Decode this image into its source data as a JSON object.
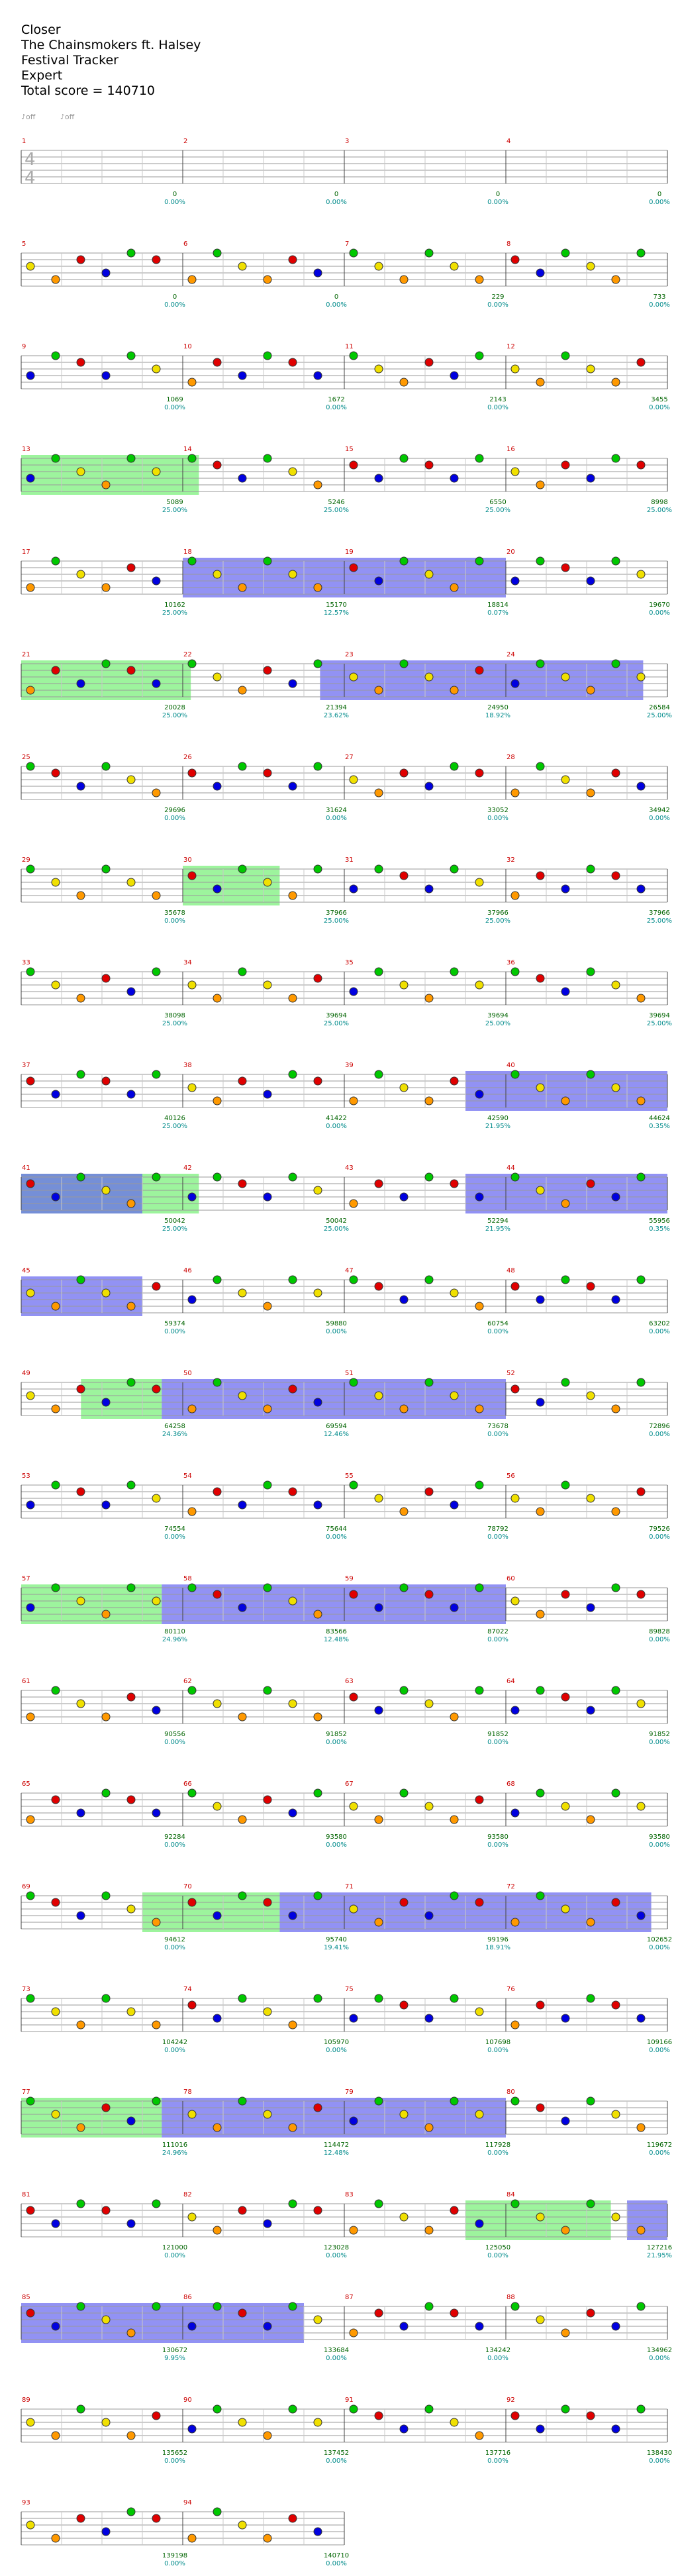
{
  "song": {
    "title": "Closer",
    "artist_line": "The Chainsmokers ft. Halsey",
    "chart_name": "Festival Tracker",
    "difficulty": "Expert",
    "total_score_label": "Total score = 140710"
  },
  "legend": {
    "left": "♪off",
    "right": "♪off"
  },
  "time_signature": {
    "top": "4",
    "bottom": "4"
  },
  "colors": {
    "green": "#00c800",
    "red": "#e00000",
    "yellow": "#f0e000",
    "blue": "#0000e0",
    "orange": "#ff9900",
    "star_power": "#7cf07c",
    "activation": "#6464f0",
    "measure_number": "#cc0000",
    "score_text": "#006400",
    "percent_text": "#008b8b"
  },
  "rows": [
    {
      "measures": [
        1,
        2,
        3,
        4
      ],
      "scores": [
        "0",
        "0",
        "0",
        "0"
      ],
      "percents": [
        "0.00%",
        "0.00%",
        "0.00%",
        "0.00%"
      ],
      "sp": [],
      "act": []
    },
    {
      "measures": [
        5,
        6,
        7,
        8
      ],
      "scores": [
        "0",
        "0",
        "229",
        "733"
      ],
      "percents": [
        "0.00%",
        "0.00%",
        "0.00%",
        "0.00%"
      ],
      "sp": [],
      "act": []
    },
    {
      "measures": [
        9,
        10,
        11,
        12
      ],
      "scores": [
        "1069",
        "1672",
        "2143",
        "3455"
      ],
      "percents": [
        "0.00%",
        "0.00%",
        "0.00%",
        "0.00%"
      ],
      "sp": [],
      "act": []
    },
    {
      "measures": [
        13,
        14,
        15,
        16
      ],
      "scores": [
        "5089",
        "5246",
        "6550",
        "8998"
      ],
      "percents": [
        "25.00%",
        "25.00%",
        "25.00%",
        "25.00%"
      ],
      "sp": [
        [
          0,
          1.1
        ]
      ],
      "act": []
    },
    {
      "measures": [
        17,
        18,
        19,
        20
      ],
      "scores": [
        "10162",
        "15170",
        "18814",
        "19670"
      ],
      "percents": [
        "25.00%",
        "12.57%",
        "0.07%",
        "0.00%"
      ],
      "sp": [],
      "act": [
        [
          1,
          3
        ]
      ]
    },
    {
      "measures": [
        21,
        22,
        23,
        24
      ],
      "scores": [
        "20028",
        "21394",
        "24950",
        "26584"
      ],
      "percents": [
        "25.00%",
        "23.62%",
        "18.92%",
        "25.00%"
      ],
      "sp": [
        [
          0,
          1.05
        ]
      ],
      "act": [
        [
          1.85,
          3.85
        ]
      ]
    },
    {
      "measures": [
        25,
        26,
        27,
        28
      ],
      "scores": [
        "29696",
        "31624",
        "33052",
        "34942"
      ],
      "percents": [
        "0.00%",
        "0.00%",
        "0.00%",
        "0.00%"
      ],
      "sp": [],
      "act": []
    },
    {
      "measures": [
        29,
        30,
        31,
        32
      ],
      "scores": [
        "35678",
        "37966",
        "37966",
        "37966"
      ],
      "percents": [
        "0.00%",
        "25.00%",
        "25.00%",
        "25.00%"
      ],
      "sp": [
        [
          1,
          1.6
        ]
      ],
      "act": []
    },
    {
      "measures": [
        33,
        34,
        35,
        36
      ],
      "scores": [
        "38098",
        "39694",
        "39694",
        "39694"
      ],
      "percents": [
        "25.00%",
        "25.00%",
        "25.00%",
        "25.00%"
      ],
      "sp": [],
      "act": []
    },
    {
      "measures": [
        37,
        38,
        39,
        40
      ],
      "scores": [
        "40126",
        "41422",
        "42590",
        "44624"
      ],
      "percents": [
        "25.00%",
        "0.00%",
        "21.95%",
        "0.35%"
      ],
      "sp": [],
      "act": [
        [
          2.75,
          4
        ]
      ]
    },
    {
      "measures": [
        41,
        42,
        43,
        44
      ],
      "scores": [
        "50042",
        "50042",
        "52294",
        "55956"
      ],
      "percents": [
        "25.00%",
        "25.00%",
        "21.95%",
        "0.35%"
      ],
      "sp": [
        [
          0,
          1.1
        ]
      ],
      "act": [
        [
          0,
          0.75
        ],
        [
          2.75,
          4
        ]
      ]
    },
    {
      "measures": [
        45,
        46,
        47,
        48
      ],
      "scores": [
        "59374",
        "59880",
        "60754",
        "63202"
      ],
      "percents": [
        "0.00%",
        "0.00%",
        "0.00%",
        "0.00%"
      ],
      "sp": [],
      "act": [
        [
          0,
          0.75
        ]
      ]
    },
    {
      "measures": [
        49,
        50,
        51,
        52
      ],
      "scores": [
        "64258",
        "69594",
        "73678",
        "72896"
      ],
      "percents": [
        "24.36%",
        "12.46%",
        "0.00%",
        "0.00%"
      ],
      "sp": [
        [
          0.37,
          0.87
        ]
      ],
      "act": [
        [
          0.87,
          3
        ]
      ]
    },
    {
      "measures": [
        53,
        54,
        55,
        56
      ],
      "scores": [
        "74554",
        "75644",
        "78792",
        "79526"
      ],
      "percents": [
        "0.00%",
        "0.00%",
        "0.00%",
        "0.00%"
      ],
      "sp": [],
      "act": []
    },
    {
      "measures": [
        57,
        58,
        59,
        60
      ],
      "scores": [
        "80110",
        "83566",
        "87022",
        "89828"
      ],
      "percents": [
        "24.96%",
        "12.48%",
        "0.00%",
        "0.00%"
      ],
      "sp": [
        [
          0,
          0.87
        ]
      ],
      "act": [
        [
          0.87,
          3
        ]
      ]
    },
    {
      "measures": [
        61,
        62,
        63,
        64
      ],
      "scores": [
        "90556",
        "91852",
        "91852",
        "91852"
      ],
      "percents": [
        "0.00%",
        "0.00%",
        "0.00%",
        "0.00%"
      ],
      "sp": [],
      "act": []
    },
    {
      "measures": [
        65,
        66,
        67,
        68
      ],
      "scores": [
        "92284",
        "93580",
        "93580",
        "93580"
      ],
      "percents": [
        "0.00%",
        "0.00%",
        "0.00%",
        "0.00%"
      ],
      "sp": [],
      "act": []
    },
    {
      "measures": [
        69,
        70,
        71,
        72
      ],
      "scores": [
        "94612",
        "95740",
        "99196",
        "102652"
      ],
      "percents": [
        "0.00%",
        "19.41%",
        "18.91%",
        "0.00%"
      ],
      "sp": [
        [
          0.75,
          1.6
        ]
      ],
      "act": [
        [
          1.6,
          3.9
        ]
      ]
    },
    {
      "measures": [
        73,
        74,
        75,
        76
      ],
      "scores": [
        "104242",
        "105970",
        "107698",
        "109166"
      ],
      "percents": [
        "0.00%",
        "0.00%",
        "0.00%",
        "0.00%"
      ],
      "sp": [],
      "act": []
    },
    {
      "measures": [
        77,
        78,
        79,
        80
      ],
      "scores": [
        "111016",
        "114472",
        "117928",
        "119672"
      ],
      "percents": [
        "24.96%",
        "12.48%",
        "0.00%",
        "0.00%"
      ],
      "sp": [
        [
          0,
          0.87
        ]
      ],
      "act": [
        [
          0.87,
          3
        ]
      ]
    },
    {
      "measures": [
        81,
        82,
        83,
        84
      ],
      "scores": [
        "121000",
        "123028",
        "125050",
        "127216"
      ],
      "percents": [
        "0.00%",
        "0.00%",
        "0.00%",
        "21.95%"
      ],
      "sp": [
        [
          2.75,
          3.65
        ]
      ],
      "act": [
        [
          3.75,
          4
        ]
      ]
    },
    {
      "measures": [
        85,
        86,
        87,
        88
      ],
      "scores": [
        "130672",
        "133684",
        "134242",
        "134962"
      ],
      "percents": [
        "9.95%",
        "0.00%",
        "0.00%",
        "0.00%"
      ],
      "sp": [],
      "act": [
        [
          0,
          1.75
        ]
      ]
    },
    {
      "measures": [
        89,
        90,
        91,
        92
      ],
      "scores": [
        "135652",
        "137452",
        "137716",
        "138430"
      ],
      "percents": [
        "0.00%",
        "0.00%",
        "0.00%",
        "0.00%"
      ],
      "sp": [],
      "act": []
    },
    {
      "measures": [
        93,
        94
      ],
      "scores": [
        "139198",
        "140710"
      ],
      "percents": [
        "0.00%",
        "0.00%"
      ],
      "sp": [],
      "act": []
    }
  ]
}
